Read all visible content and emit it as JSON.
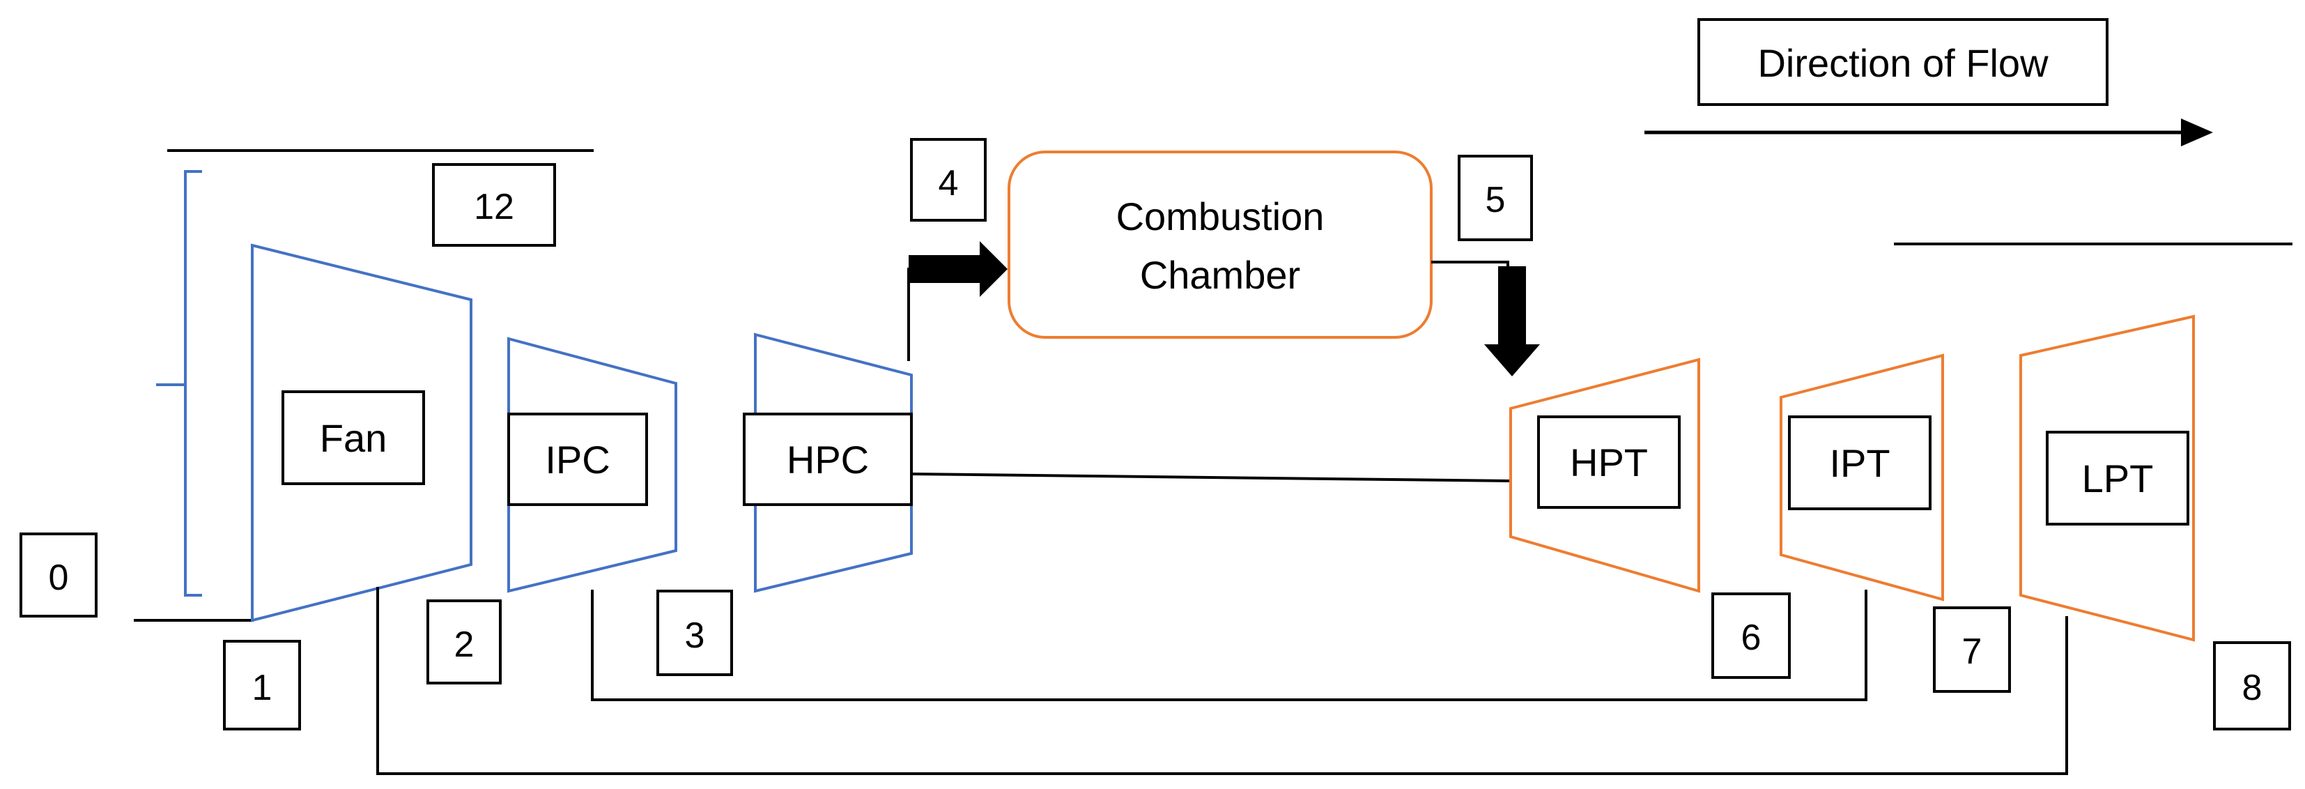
{
  "colors": {
    "compressor_stroke": "#4472C4",
    "turbine_stroke": "#ED7D31",
    "line": "#000000",
    "background": "#FFFFFF"
  },
  "legend": {
    "title": "Direction of Flow"
  },
  "components": {
    "fan": "Fan",
    "ipc": "IPC",
    "hpc": "HPC",
    "hpt": "HPT",
    "ipt": "IPT",
    "lpt": "LPT",
    "combustion_line1": "Combustion",
    "combustion_line2": "Chamber"
  },
  "stations": {
    "s0": "0",
    "s1": "1",
    "s2": "2",
    "s3": "3",
    "s4": "4",
    "s5": "5",
    "s6": "6",
    "s7": "7",
    "s8": "8",
    "s12": "12"
  }
}
